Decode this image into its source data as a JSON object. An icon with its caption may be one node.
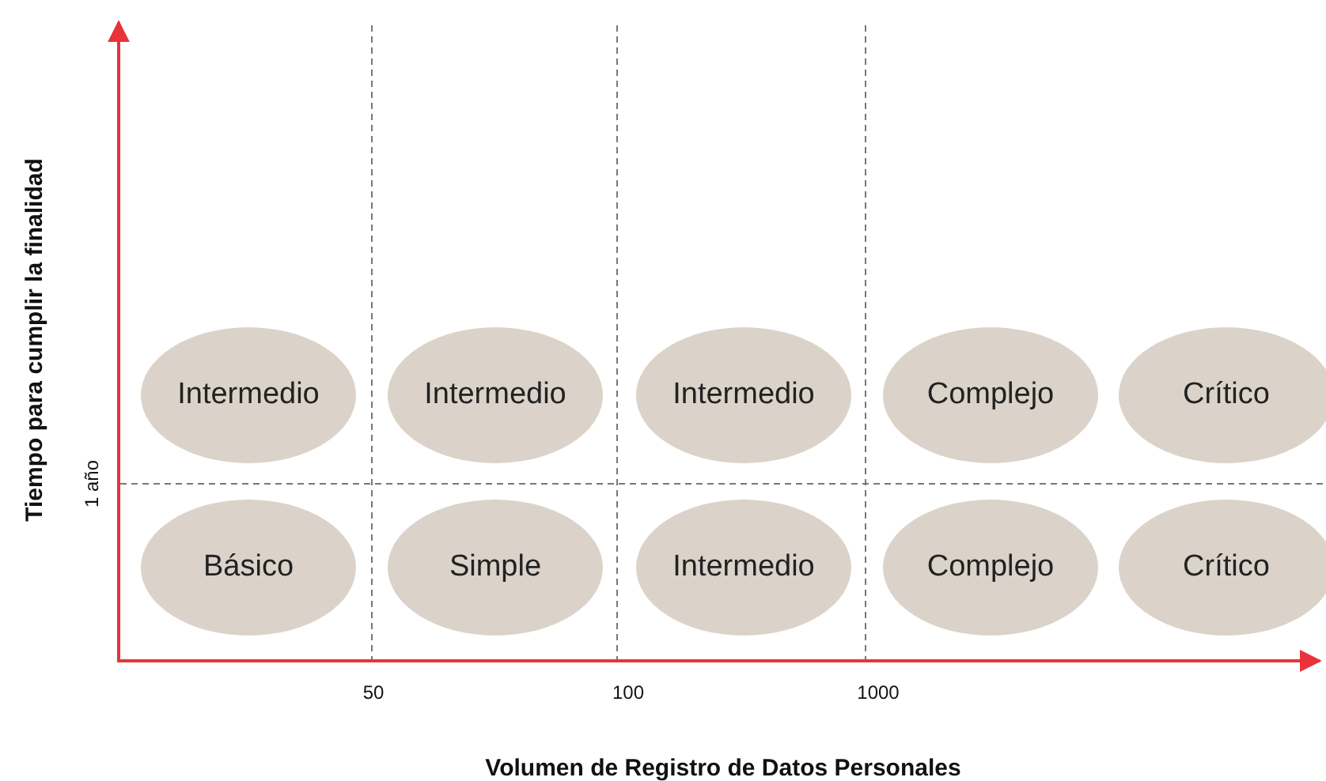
{
  "diagram": {
    "nodes": [
      {
        "text": [
          "Intermedio"
        ]
      },
      {
        "text": [
          "Intermedio"
        ]
      },
      {
        "text": [
          "Intermedio"
        ]
      },
      {
        "text": [
          "Complejo"
        ]
      },
      {
        "text": [
          "Crítico"
        ]
      },
      {
        "text": [
          "Básico"
        ]
      },
      {
        "text": [
          "Simple"
        ]
      },
      {
        "text": [
          "Intermedio"
        ]
      },
      {
        "text": [
          "Complejo"
        ]
      },
      {
        "text": [
          "Crítico"
        ]
      }
    ],
    "edges": [],
    "labels": [
      "Tiempo para cumplir la finalidad",
      "1 año",
      "50",
      "100",
      "1000",
      "Volumen de Registro de Datos Personales"
    ]
  }
}
